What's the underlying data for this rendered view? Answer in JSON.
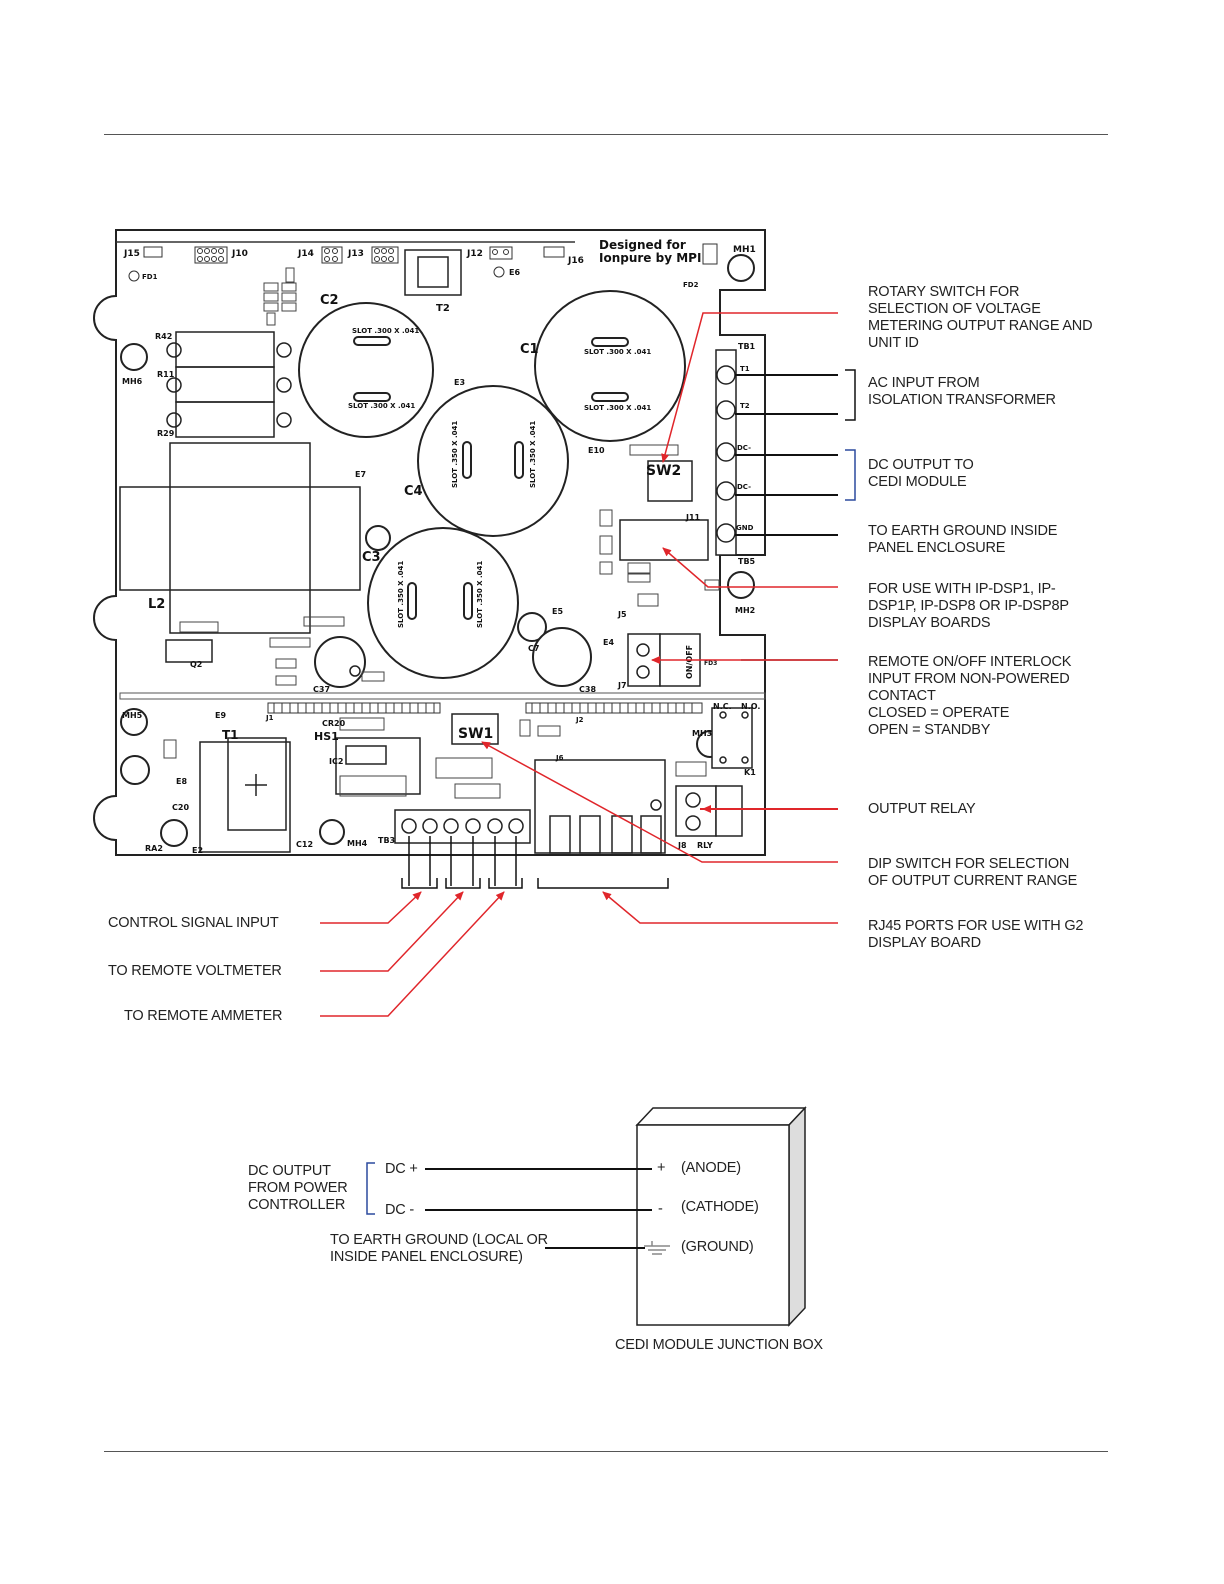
{
  "board": {
    "designed_line1": "Designed for",
    "designed_line2": "Ionpure by MPI",
    "refs": {
      "J15": "J15",
      "J10": "J10",
      "J14": "J14",
      "J13": "J13",
      "J12": "J12",
      "J16": "J16",
      "FD1": "FD1",
      "FD2": "FD2",
      "FD3": "FD3",
      "E6": "E6",
      "E3": "E3",
      "E7": "E7",
      "E10": "E10",
      "E5": "E5",
      "E4": "E4",
      "E9": "E9",
      "E8": "E8",
      "E2": "E2",
      "MH1": "MH1",
      "MH2": "MH2",
      "MH3": "MH3",
      "MH4": "MH4",
      "MH5": "MH5",
      "MH6": "MH6",
      "T1": "T1",
      "T2": "T2",
      "C1": "C1",
      "C2": "C2",
      "C3": "C3",
      "C4": "C4",
      "C7": "C7",
      "C12": "C12",
      "C20": "C20",
      "C37": "C37",
      "C38": "C38",
      "L2": "L2",
      "Q2": "Q2",
      "HS1": "HS1",
      "IC2": "IC2",
      "CR20": "CR20",
      "RA2": "RA2",
      "R42": "R42",
      "R11": "R11",
      "R29": "R29",
      "SW1": "SW1",
      "SW2": "SW2",
      "J1": "J1",
      "J2": "J2",
      "J5": "J5",
      "J6": "J6",
      "J7": "J7",
      "J8": "J8",
      "J11": "J11",
      "TB1": "TB1",
      "TB3": "TB3",
      "TB5": "TB5",
      "K1": "K1",
      "RLY": "RLY",
      "NC": "N.C.",
      "NO": "N.O.",
      "ONOFF": "ON/OFF",
      "T1_term": "T1",
      "T2_term": "T2",
      "DCminus1": "DC-",
      "DCminus2": "DC-",
      "GND": "GND"
    },
    "slot_small": "SLOT .300 X .041",
    "slot_large": "SLOT .350 X .041"
  },
  "callouts": {
    "rotary_switch": "ROTARY SWITCH FOR\nSELECTION OF VOLTAGE\nMETERING OUTPUT RANGE AND\nUNIT ID",
    "ac_input": "AC INPUT FROM\nISOLATION TRANSFORMER",
    "dc_output": "DC OUTPUT TO\nCEDI MODULE",
    "earth_ground": "TO EARTH GROUND INSIDE\nPANEL ENCLOSURE",
    "display_boards": "FOR USE WITH IP-DSP1, IP-\nDSP1P, IP-DSP8 OR IP-DSP8P\nDISPLAY BOARDS",
    "interlock": "REMOTE ON/OFF INTERLOCK\nINPUT FROM NON-POWERED\nCONTACT\nCLOSED = OPERATE\nOPEN = STANDBY",
    "output_relay": "OUTPUT RELAY",
    "dip_switch": "DIP SWITCH FOR SELECTION\nOF OUTPUT CURRENT RANGE",
    "rj45": "RJ45 PORTS FOR USE WITH G2\nDISPLAY BOARD",
    "control_signal": "CONTROL SIGNAL INPUT",
    "remote_voltmeter": "TO REMOTE VOLTMETER",
    "remote_ammeter": "TO REMOTE AMMETER"
  },
  "junction": {
    "dc_output_from": "DC OUTPUT\nFROM POWER\nCONTROLLER",
    "dc_plus": "DC +",
    "dc_minus": "DC -",
    "earth": "TO EARTH GROUND (LOCAL OR\nINSIDE PANEL ENCLOSURE)",
    "plus_sign": "+",
    "minus_sign": "-",
    "anode": "(ANODE)",
    "cathode": "(CATHODE)",
    "ground": "(GROUND)",
    "box_caption": "CEDI MODULE JUNCTION BOX"
  },
  "colors": {
    "callout_red": "#e0262b",
    "bracket_blue": "#2c4a9e",
    "line_black": "#111111"
  }
}
